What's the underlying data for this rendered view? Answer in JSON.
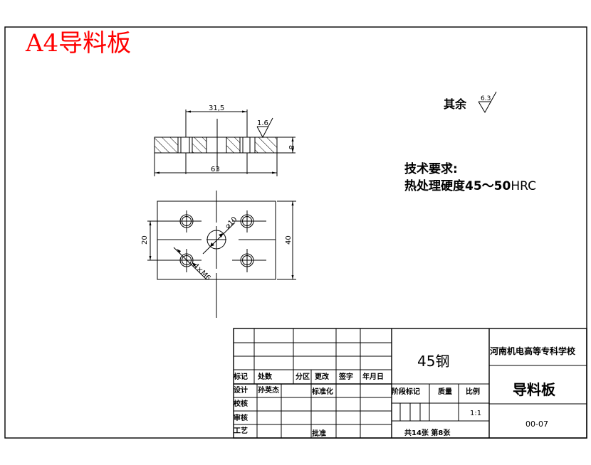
{
  "sheet": {
    "banner_title": "A4导料板",
    "banner_color": "#ff0000"
  },
  "side_view": {
    "dim_top": "31,5",
    "dim_bottom": "63",
    "dim_thickness": "8",
    "roughness_local": "1.6"
  },
  "top_view": {
    "dim_hole_spacing": "20",
    "dim_height": "40",
    "dim_center_hole": "⌀10",
    "dim_threaded_holes": "4×M6"
  },
  "notes": {
    "roughness_rest_label": "其余",
    "roughness_rest_value": "6.3",
    "tech_req_title": "技术要求:",
    "tech_req_line1_cn": "热处理硬度45～50",
    "tech_req_line1_unit": "HRC"
  },
  "title_block": {
    "material": "45钢",
    "school": "河南机电高等专科学校",
    "part_name": "导料板",
    "drawing_no": "00-07",
    "scale": "1:1",
    "sheets": "共14张 第8张",
    "headers": {
      "mark": "标记",
      "count": "处数",
      "zone": "分区",
      "change_doc": "更改",
      "signature": "签字",
      "date": "年月日",
      "design": "设计",
      "designer": "孙英杰",
      "standardize": "标准化",
      "check": "校核",
      "review": "审核",
      "process": "工艺",
      "approve": "批准",
      "stage_mark": "阶段标记",
      "weight": "质量",
      "ratio": "比例"
    }
  }
}
